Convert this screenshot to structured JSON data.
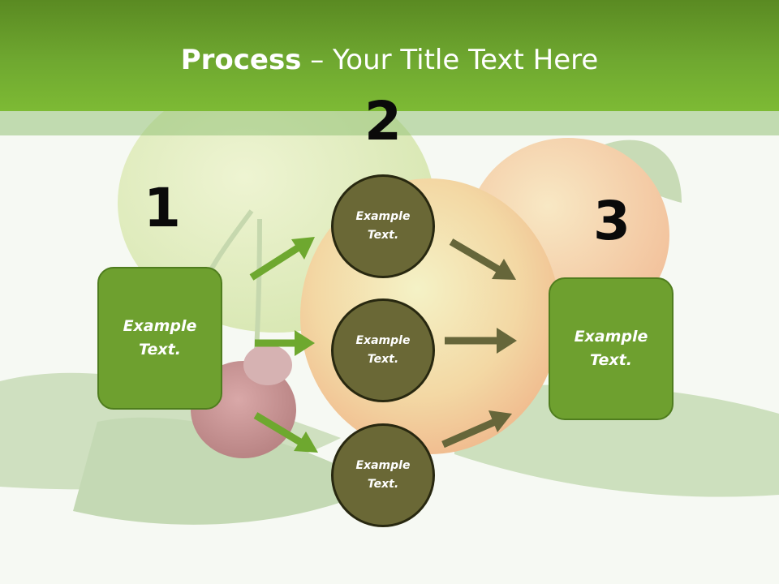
{
  "slide": {
    "title_bold": "Process",
    "title_rest": " – Your Title Text Here"
  },
  "steps": {
    "one": "1",
    "two": "2",
    "three": "3"
  },
  "left_box": {
    "text": "Example Text."
  },
  "right_box": {
    "text": "Example Text."
  },
  "circles": [
    {
      "text": "Example Text."
    },
    {
      "text": "Example Text."
    },
    {
      "text": "Example Text."
    }
  ],
  "colors": {
    "header": "#6fa830",
    "box_fill": "#6ea02f",
    "circle_fill": "#6a6836",
    "arrow_green": "#6ea82f",
    "arrow_olive": "#66663a"
  }
}
